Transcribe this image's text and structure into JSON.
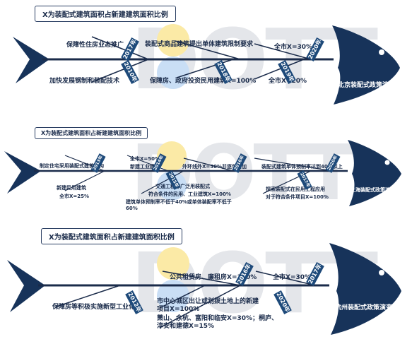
{
  "panels": [
    {
      "title": "X为装配式建筑面积占新建建筑面积比例",
      "head": "北京装配式政策演变",
      "labels": {
        "l1": "保障性住房业态推广",
        "l2": "加快发展钢制和装配技术",
        "l3": "装配式商品建筑提出单体建筑限制要求",
        "l4": "保障房、政府投资民用建筑X=100%",
        "l5": "全市X=30%",
        "l6": "全市X=20%"
      },
      "tags": {
        "t1": "2017年",
        "t2": "2010年",
        "t3": "2018年",
        "t4": "2019年",
        "t5": "2020年"
      }
    },
    {
      "title": "X为装配式建筑面积占新建建筑面积比例",
      "head": "上海装配式政策演变",
      "labels": {
        "l1": "制定住宅采用装配式建筑结构",
        "l2": "新建民用建筑",
        "l3": "全市X=25%",
        "l4": "全市X=50%",
        "l5": "新建工业建筑",
        "l6": "外环线外X=50%并逐年增加",
        "l7": "交通工程部广泛用装配式",
        "l8": "符合条件的民用、工业建筑X=100%",
        "l9": "建筑单体预制率不低于40%或单体装配率不低于60%",
        "l10": "装配式建筑单体预制率达到40%以上",
        "l11": "探索装配式在民用工程应用",
        "l12": "对于符合条件项目X=100%"
      },
      "tags": {
        "t1": "2013年",
        "t2": "2014年",
        "t3": "2015年",
        "t4": "2016年",
        "t5": "2017年",
        "t6": "2020年"
      }
    },
    {
      "title": "X为装配式建筑面积占新建建筑面积比例",
      "head": "杭州装配式政策演变",
      "labels": {
        "l1": "保障房等积极实施新型工业化",
        "l2": "公共租赁房、廉租房X=100%",
        "l3": "全市X=30%",
        "l4": "市中心城区出让或划拨土地上的新建项目X=100%",
        "l5": "萧山、余杭、富阳和临安X=30%；桐庐、淳安和建德X=15%"
      },
      "tags": {
        "t1": "2012年",
        "t2": "2016年",
        "t3": "2017年",
        "t4": "2020年"
      }
    }
  ],
  "watermark": "DOTT",
  "colors": {
    "navy": "#17335a",
    "tag": "#1e4a7a",
    "spine": "#1a2b4a",
    "yellow": "#f5d76e",
    "blue": "#3d8fd9"
  }
}
